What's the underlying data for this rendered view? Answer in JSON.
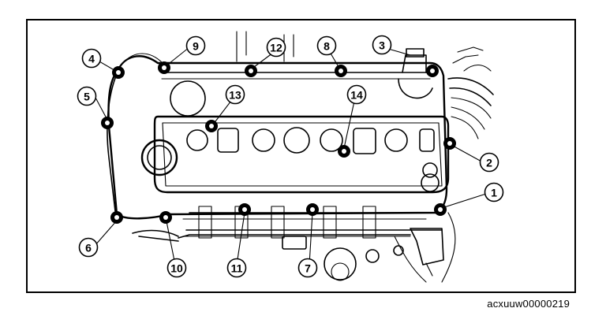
{
  "figure_code": "acxuuw00000219",
  "bolts": [
    {
      "label": "1"
    },
    {
      "label": "2"
    },
    {
      "label": "3"
    },
    {
      "label": "4"
    },
    {
      "label": "5"
    },
    {
      "label": "6"
    },
    {
      "label": "7"
    },
    {
      "label": "8"
    },
    {
      "label": "9"
    },
    {
      "label": "10"
    },
    {
      "label": "11"
    },
    {
      "label": "12"
    },
    {
      "label": "13"
    },
    {
      "label": "14"
    }
  ]
}
